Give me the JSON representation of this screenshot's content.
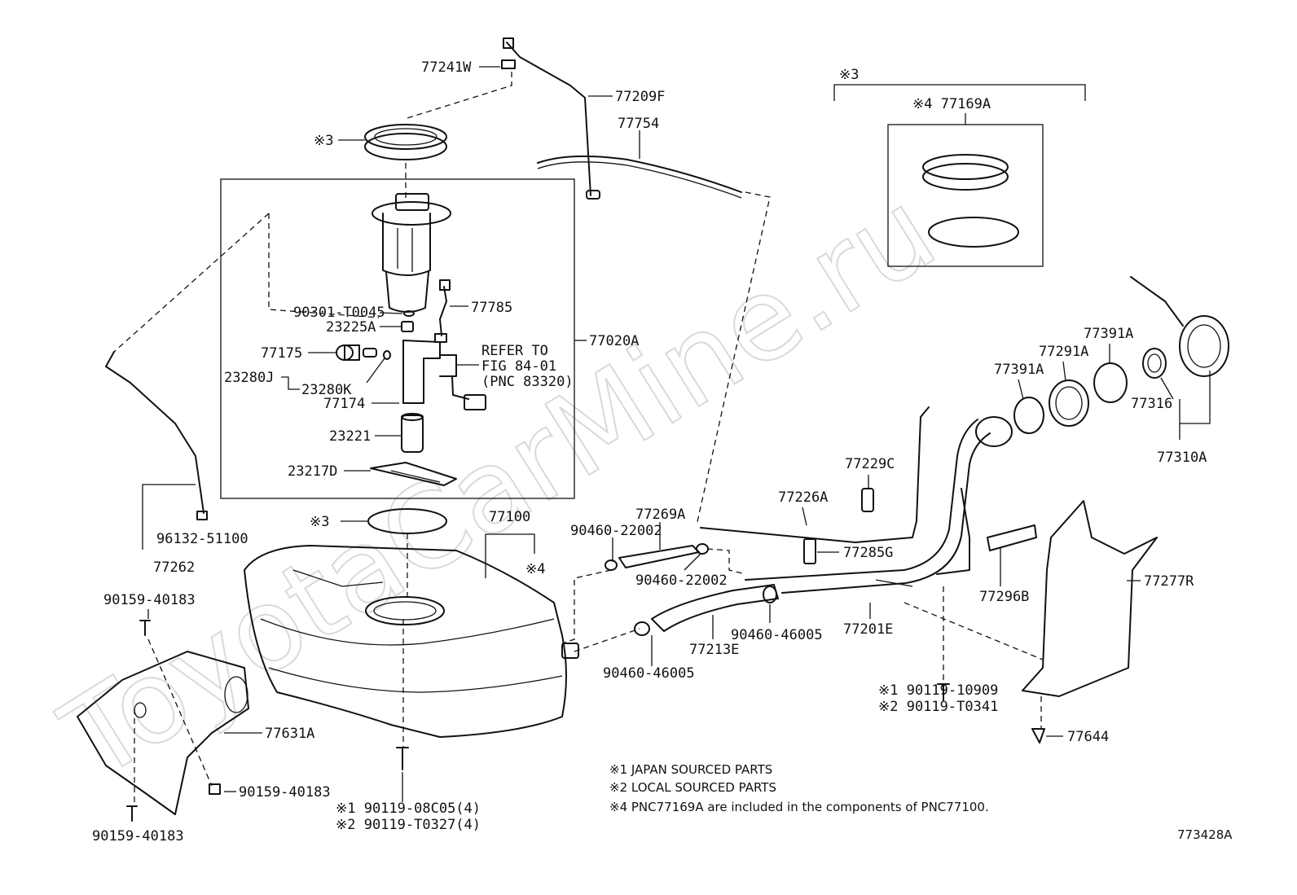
{
  "watermark": "ToyotaCarMine.ru",
  "figure_code": "773428A",
  "labels": {
    "l77241W": "77241W",
    "l77209F": "77209F",
    "l77754": "77754",
    "lx3_ring": "※3",
    "l90301": "90301-T0045",
    "l23225A": "23225A",
    "l77785": "77785",
    "l77020A": "77020A",
    "l77175": "77175",
    "l23280J": "23280J",
    "l23280K": "23280K",
    "l77174": "77174",
    "l23221": "23221",
    "l23217D": "23217D",
    "l96132": "96132-51100",
    "l77262": "77262",
    "lx3_gasket": "※3",
    "l77100": "77100",
    "lx4_tank": "※4",
    "l90159a": "90159-40183",
    "l77631A": "77631A",
    "l90159b": "90159-40183",
    "l90159c": "90159-40183",
    "l90119a_1": "※1 90119-08C05(4)",
    "l90119a_2": "※2 90119-T0327(4)",
    "l90460a": "90460-22002",
    "l77269A": "77269A",
    "l90460b": "90460-22002",
    "l90460c": "90460-46005",
    "l77213E": "77213E",
    "l90460d": "90460-46005",
    "l77226A": "77226A",
    "l77229C": "77229C",
    "l77285G": "77285G",
    "l77201E": "77201E",
    "l90119b_1": "※1 90119-10909",
    "l90119b_2": "※2 90119-T0341",
    "l77296B": "77296B",
    "l77277R": "77277R",
    "l77644": "77644",
    "l77391A_left": "77391A",
    "l77291A": "77291A",
    "l77391A_right": "77391A",
    "l77316": "77316",
    "l77310A": "77310A",
    "lx3_box": "※3",
    "l77169A": "※4 77169A"
  },
  "refer": {
    "line1": "REFER TO",
    "line2": "FIG 84-01",
    "line3": "(PNC 83320)"
  },
  "notes": {
    "n1": "※1 JAPAN SOURCED PARTS",
    "n2": "※2 LOCAL SOURCED PARTS",
    "n4": "※4 PNC77169A are included in the components of PNC77100."
  }
}
